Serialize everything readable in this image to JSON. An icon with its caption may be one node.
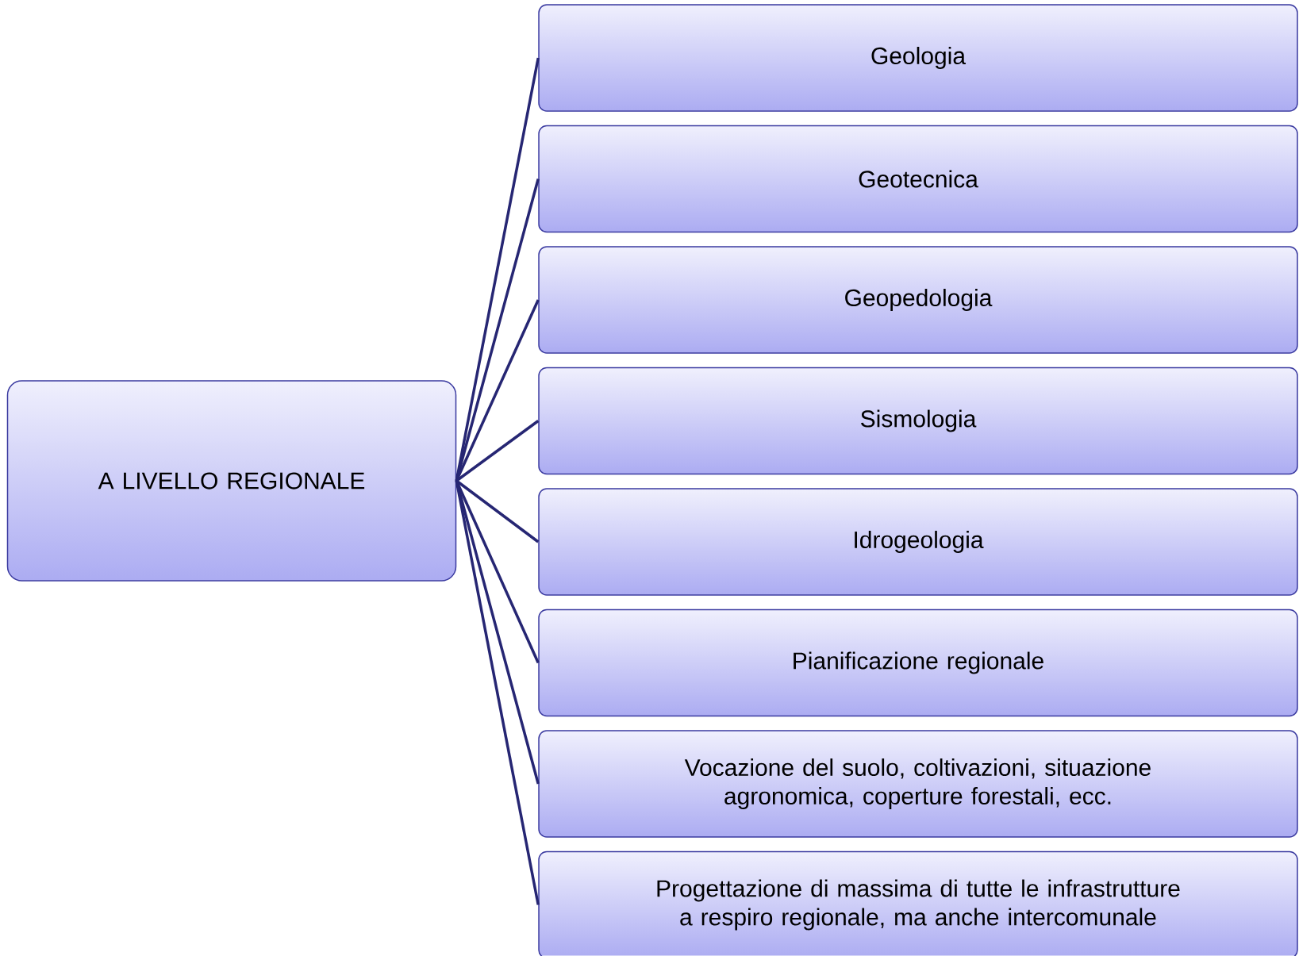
{
  "diagram": {
    "nodes": [
      {
        "text": [
          "A  LIVELLO REGIONALE"
        ]
      },
      {
        "text": [
          "Geologia"
        ]
      },
      {
        "text": [
          "Geotecnica"
        ]
      },
      {
        "text": [
          "Geopedologia"
        ]
      },
      {
        "text": [
          "Sismologia"
        ]
      },
      {
        "text": [
          "Idrogeologia"
        ]
      },
      {
        "text": [
          "Pianificazione regionale"
        ]
      },
      {
        "text": [
          "Vocazione del suolo, coltivazioni, situazione agronomica, coperture forestali, ecc."
        ]
      },
      {
        "text": [
          "Progettazione di massima di tutte le infrastrutture a respiro regionale, ma anche intercomunale"
        ]
      }
    ],
    "edges": [
      {
        "from": 0,
        "to": 1,
        "arrow": "none"
      },
      {
        "from": 0,
        "to": 2,
        "arrow": "none"
      },
      {
        "from": 0,
        "to": 3,
        "arrow": "none"
      },
      {
        "from": 0,
        "to": 4,
        "arrow": "none"
      },
      {
        "from": 0,
        "to": 5,
        "arrow": "none"
      },
      {
        "from": 0,
        "to": 6,
        "arrow": "none"
      },
      {
        "from": 0,
        "to": 7,
        "arrow": "none"
      },
      {
        "from": 0,
        "to": 8,
        "arrow": "none"
      }
    ]
  }
}
